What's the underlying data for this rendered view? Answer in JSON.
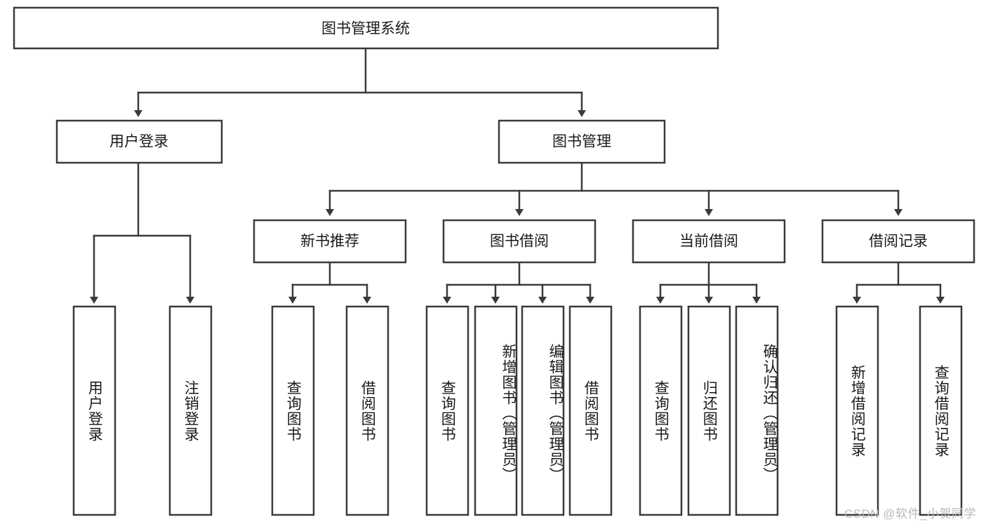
{
  "diagram": {
    "type": "tree",
    "title": "图书管理系统",
    "watermark": "CSDN @软件_小贺同学",
    "colors": {
      "stroke": "#3a3a3a",
      "fill": "#ffffff",
      "text": "#1a1a1a",
      "watermark": "#b9b9b9",
      "background": "#ffffff"
    },
    "root": {
      "label": "图书管理系统"
    },
    "level2": [
      {
        "label": "用户登录"
      },
      {
        "label": "图书管理"
      }
    ],
    "level3": [
      {
        "label": "新书推荐"
      },
      {
        "label": "图书借阅"
      },
      {
        "label": "当前借阅"
      },
      {
        "label": "借阅记录"
      }
    ],
    "leaves": {
      "user_login": [
        {
          "label": "用户登录"
        },
        {
          "label": "注销登录"
        }
      ],
      "new_book_recommend": [
        {
          "label": "查询图书"
        },
        {
          "label": "借阅图书"
        }
      ],
      "book_borrow": [
        {
          "label": "查询图书"
        },
        {
          "label": "新增图书（管理员）"
        },
        {
          "label": "编辑图书（管理员）"
        },
        {
          "label": "借阅图书"
        }
      ],
      "current_borrow": [
        {
          "label": "查询图书"
        },
        {
          "label": "归还图书"
        },
        {
          "label": "确认归还（管理员）"
        }
      ],
      "borrow_record": [
        {
          "label": "新增借阅记录"
        },
        {
          "label": "查询借阅记录"
        }
      ]
    }
  }
}
